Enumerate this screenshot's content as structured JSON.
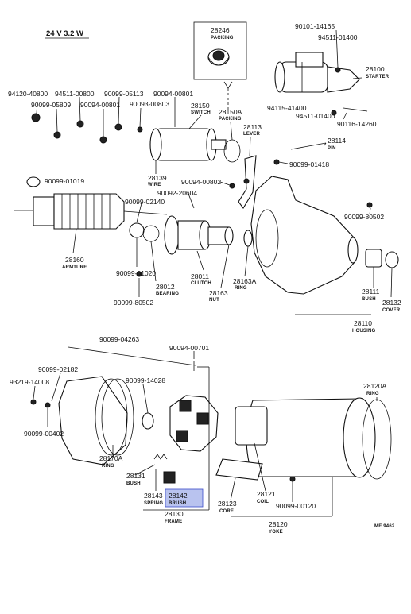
{
  "header": {
    "spec": "24 V 3.2 W"
  },
  "parts": [
    {
      "id": "p28246",
      "number": "28246",
      "name": "PACKING"
    },
    {
      "id": "p90101_14165",
      "number": "90101-14165",
      "name": ""
    },
    {
      "id": "p94511_01400a",
      "number": "94511-01400",
      "name": ""
    },
    {
      "id": "p28100",
      "number": "28100",
      "name": "STARTER"
    },
    {
      "id": "p94120",
      "number": "94120-40800",
      "name": ""
    },
    {
      "id": "p94511_00800",
      "number": "94511-00800",
      "name": ""
    },
    {
      "id": "p90099_05113",
      "number": "90099-05113",
      "name": ""
    },
    {
      "id": "p90094_00801",
      "number": "90094-00801",
      "name": ""
    },
    {
      "id": "p90099_05809",
      "number": "90099-05809",
      "name": ""
    },
    {
      "id": "p90094_00801b",
      "number": "90094-00801",
      "name": ""
    },
    {
      "id": "p90093_00803",
      "number": "90093-00803",
      "name": ""
    },
    {
      "id": "p28150",
      "number": "28150",
      "name": "SWITCH"
    },
    {
      "id": "p28150A",
      "number": "28150A",
      "name": "PACKING"
    },
    {
      "id": "p94115",
      "number": "94115-41400",
      "name": ""
    },
    {
      "id": "p94511_01400b",
      "number": "94511-01400",
      "name": ""
    },
    {
      "id": "p90116",
      "number": "90116-14260",
      "name": ""
    },
    {
      "id": "p28113",
      "number": "28113",
      "name": "LEVER"
    },
    {
      "id": "p28114",
      "number": "28114",
      "name": "PIN"
    },
    {
      "id": "p90099_01418",
      "number": "90099-01418",
      "name": ""
    },
    {
      "id": "p90099_01019",
      "number": "90099-01019",
      "name": ""
    },
    {
      "id": "p28139",
      "number": "28139",
      "name": "WIRE"
    },
    {
      "id": "p90094_00802",
      "number": "90094-00802",
      "name": ""
    },
    {
      "id": "p90092",
      "number": "90092-20604",
      "name": ""
    },
    {
      "id": "p90099_02140",
      "number": "90099-02140",
      "name": ""
    },
    {
      "id": "p90099_80502a",
      "number": "90099-80502",
      "name": ""
    },
    {
      "id": "p28160",
      "number": "28160",
      "name": "ARMTURE"
    },
    {
      "id": "p90099_01020",
      "number": "90099-01020",
      "name": ""
    },
    {
      "id": "p28012",
      "number": "28012",
      "name": "BEARING"
    },
    {
      "id": "p28011",
      "number": "28011",
      "name": "CLUTCH"
    },
    {
      "id": "p28163A",
      "number": "28163A",
      "name": "RING"
    },
    {
      "id": "p28163",
      "number": "28163",
      "name": "NUT"
    },
    {
      "id": "p28111",
      "number": "28111",
      "name": "BUSH"
    },
    {
      "id": "p28132",
      "number": "28132",
      "name": "COVER"
    },
    {
      "id": "p90099_80502b",
      "number": "90099-80502",
      "name": ""
    },
    {
      "id": "p28110",
      "number": "28110",
      "name": "HOUSING"
    },
    {
      "id": "p90099_04263",
      "number": "90099-04263",
      "name": ""
    },
    {
      "id": "p90094_00701",
      "number": "90094-00701",
      "name": ""
    },
    {
      "id": "p90099_02182",
      "number": "90099-02182",
      "name": ""
    },
    {
      "id": "p93219",
      "number": "93219-14008",
      "name": ""
    },
    {
      "id": "p90099_14028",
      "number": "90099-14028",
      "name": ""
    },
    {
      "id": "p90099_00402",
      "number": "90099-00402",
      "name": ""
    },
    {
      "id": "p28120A",
      "number": "28120A",
      "name": "RING"
    },
    {
      "id": "p28170A",
      "number": "28170A",
      "name": "RING"
    },
    {
      "id": "p28131",
      "number": "28131",
      "name": "BUSH"
    },
    {
      "id": "p28143",
      "number": "28143",
      "name": "SPRING"
    },
    {
      "id": "p28142",
      "number": "28142",
      "name": "BRUSH"
    },
    {
      "id": "p28121",
      "number": "28121",
      "name": "COIL"
    },
    {
      "id": "p28123",
      "number": "28123",
      "name": "CORE"
    },
    {
      "id": "p90099_00120",
      "number": "90099-00120",
      "name": ""
    },
    {
      "id": "p28130",
      "number": "28130",
      "name": "FRAME"
    },
    {
      "id": "p28120",
      "number": "28120",
      "name": "YOKE"
    }
  ],
  "footer": {
    "code": "ME 9462"
  },
  "highlight": {
    "part": "28142",
    "color": "#b9c3ef"
  }
}
